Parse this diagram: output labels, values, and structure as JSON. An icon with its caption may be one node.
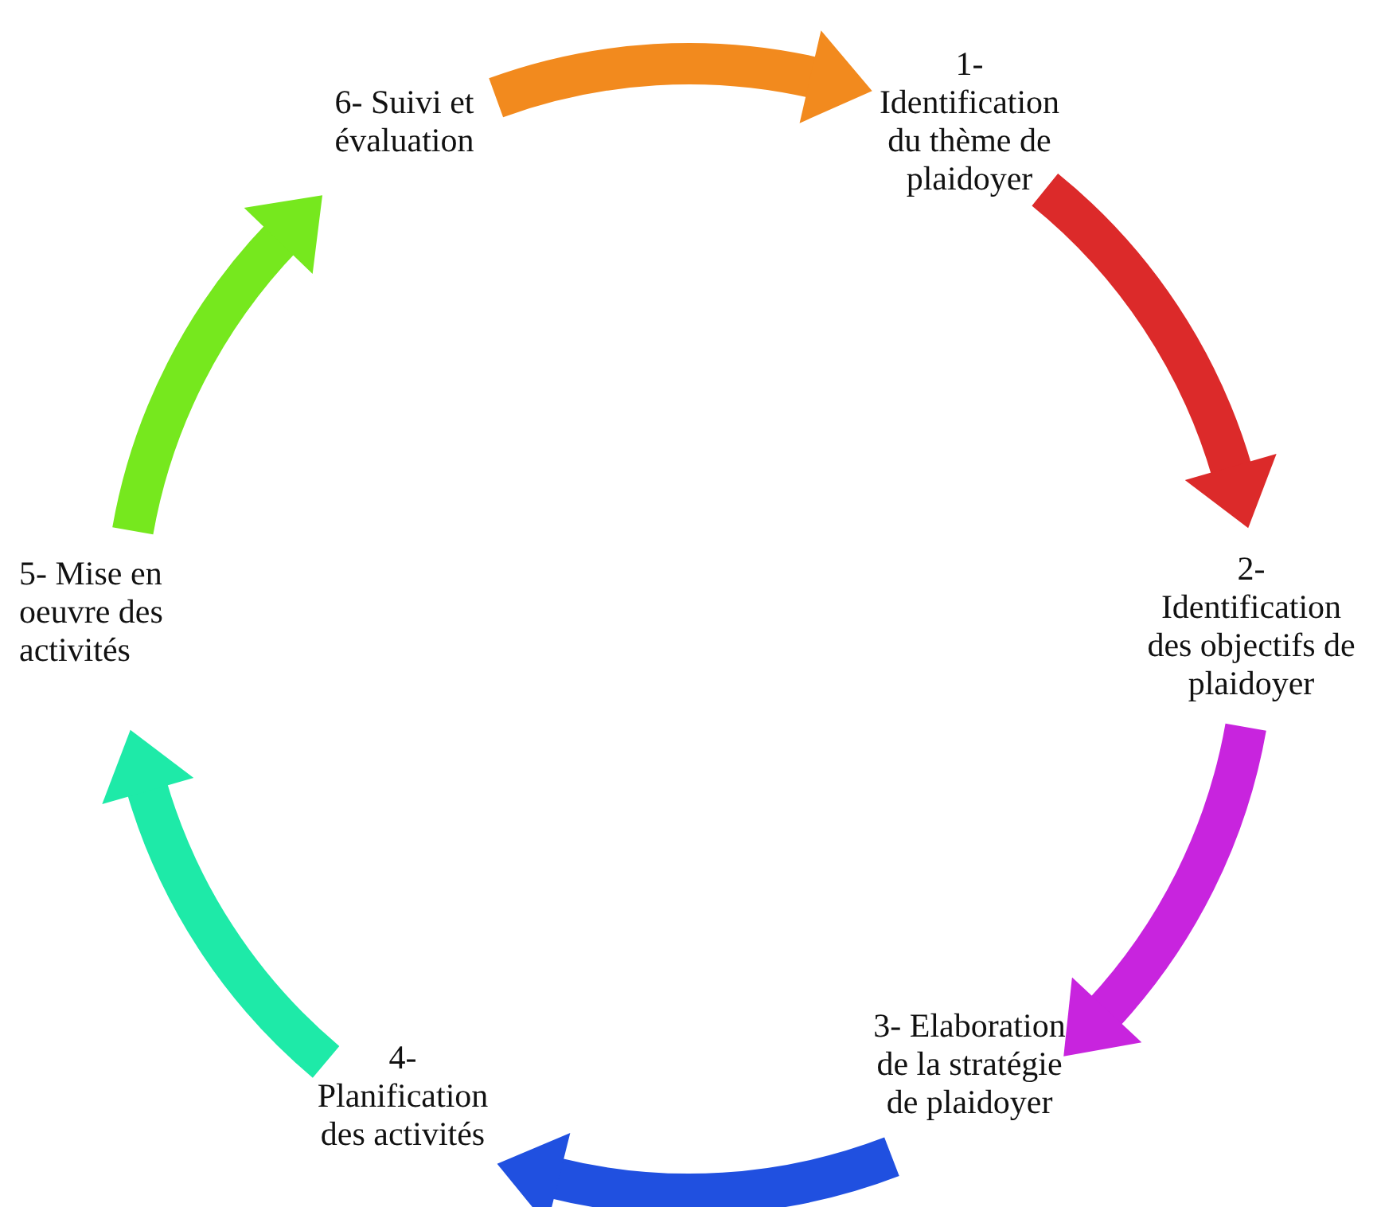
{
  "diagram": {
    "nodes": [
      {
        "text": [
          "1- Identification du thème de plaidoyer"
        ]
      },
      {
        "text": [
          "2- Identification des objectifs de plaidoyer"
        ]
      },
      {
        "text": [
          "3- Elaboration de la stratégie de plaidoyer"
        ]
      },
      {
        "text": [
          "4- Planification des activités"
        ]
      },
      {
        "text": [
          "5- Mise en oeuvre des activités"
        ]
      },
      {
        "text": [
          "6- Suivi et évaluation"
        ]
      }
    ],
    "edges": [
      {
        "from": 5,
        "to": 0,
        "arrow": "to",
        "color": "#f28a1e"
      },
      {
        "from": 0,
        "to": 1,
        "arrow": "to",
        "color": "#dc2a2a"
      },
      {
        "from": 1,
        "to": 2,
        "arrow": "to",
        "color": "#c824de"
      },
      {
        "from": 2,
        "to": 3,
        "arrow": "to",
        "color": "#2050e0"
      },
      {
        "from": 3,
        "to": 4,
        "arrow": "to",
        "color": "#1eeaa8"
      },
      {
        "from": 4,
        "to": 5,
        "arrow": "to",
        "color": "#76e81e"
      }
    ]
  }
}
